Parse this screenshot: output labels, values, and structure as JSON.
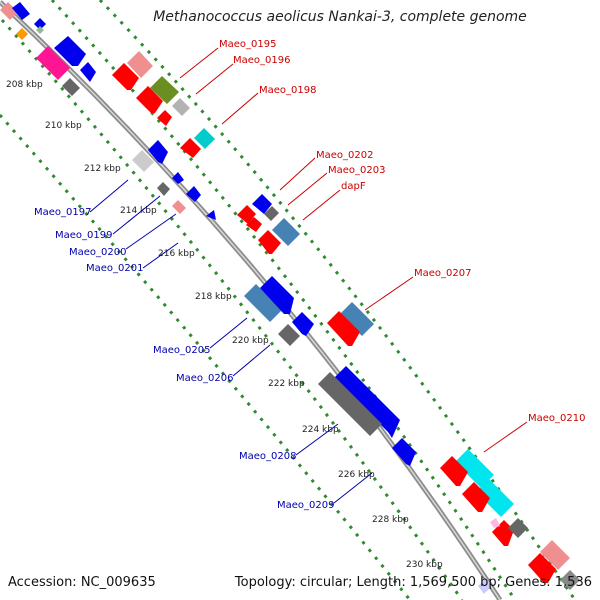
{
  "title": "Methanococcus aeolicus Nankai-3, complete genome",
  "footer": {
    "accession": "Accession: NC_009635",
    "summary": "Topology: circular; Length: 1,569,500 bp; Genes: 1,536"
  },
  "colors": {
    "backbone": "#8c8c8c",
    "track_dots": "#2e8b2e",
    "label_forward": "#cc0000",
    "label_reverse": "#0000aa"
  },
  "ruler": [
    "208 kbp",
    "210 kbp",
    "212 kbp",
    "214 kbp",
    "216 kbp",
    "218 kbp",
    "220 kbp",
    "222 kbp",
    "224 kbp",
    "226 kbp",
    "228 kbp",
    "230 kbp"
  ],
  "labels_forward": [
    "Maeo_0195",
    "Maeo_0196",
    "Maeo_0198",
    "Maeo_0202",
    "Maeo_0203",
    "dapF",
    "Maeo_0207",
    "Maeo_0210"
  ],
  "labels_reverse": [
    "Maeo_0197",
    "Maeo_0199",
    "Maeo_0200",
    "Maeo_0201",
    "Maeo_0205",
    "Maeo_0206",
    "Maeo_0208",
    "Maeo_0209"
  ]
}
